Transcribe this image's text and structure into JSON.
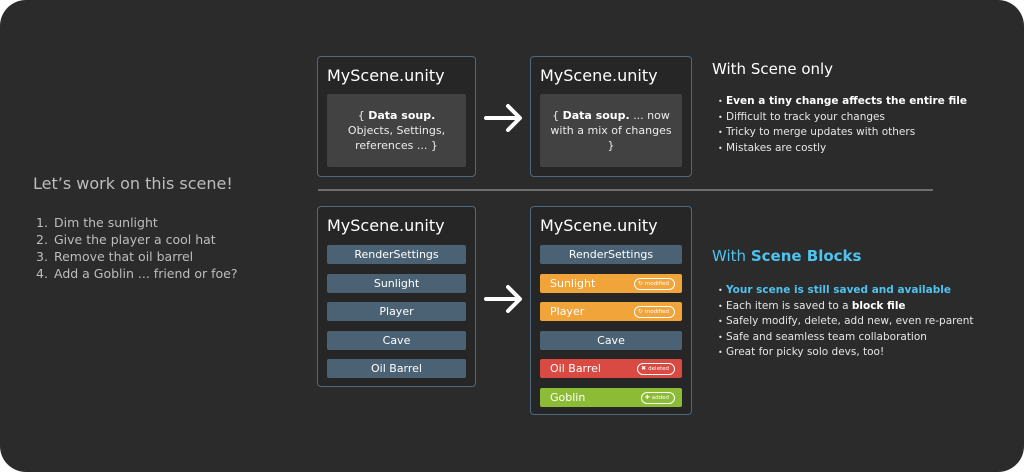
{
  "intro": {
    "title": "Let’s work on this scene!",
    "steps": [
      {
        "num": "1.",
        "text": "Dim the sunlight"
      },
      {
        "num": "2.",
        "text": "Give the player a cool hat"
      },
      {
        "num": "3.",
        "text": "Remove that oil barrel"
      },
      {
        "num": "4.",
        "text": "Add a Goblin ... friend or foe?"
      }
    ]
  },
  "top": {
    "before": {
      "title": "MyScene.unity",
      "soup_bold": "Data soup.",
      "soup_open": "{",
      "soup_text": "Objects, Settings, references ... }"
    },
    "after": {
      "title": "MyScene.unity",
      "soup_open": "{",
      "soup_bold": "Data soup.",
      "soup_text": "... now with a mix of changes }"
    },
    "heading": "With Scene only",
    "bullets": {
      "b1": "Even a tiny change affects the entire file",
      "b2": "Difficult to track your changes",
      "b3": "Tricky to merge updates with others",
      "b4": "Mistakes are costly"
    }
  },
  "bottom": {
    "before": {
      "title": "MyScene.unity",
      "blocks": [
        "RenderSettings",
        "Sunlight",
        "Player",
        "Cave",
        "Oil Barrel"
      ]
    },
    "after": {
      "title": "MyScene.unity",
      "blocks": [
        {
          "label": "RenderSettings",
          "state": ""
        },
        {
          "label": "Sunlight",
          "state": "modified"
        },
        {
          "label": "Player",
          "state": "modified"
        },
        {
          "label": "Cave",
          "state": ""
        },
        {
          "label": "Oil Barrel",
          "state": "deleted"
        },
        {
          "label": "Goblin",
          "state": "added"
        }
      ]
    },
    "heading_prefix": "With",
    "heading_strong": "Scene Blocks",
    "bullets": {
      "b1": "Your scene is still saved and available",
      "b2_pre": "Each item is saved to a",
      "b2_bold": "block file",
      "b3": "Safely modify, delete, add new, even re-parent",
      "b4": "Safe and seamless team collaboration",
      "b5": "Great for picky solo devs, too!"
    }
  },
  "colors": {
    "background": "#2b2b2b",
    "panel_border": "#4d6a80",
    "block_default": "#4a6273",
    "modified": "#f0a43a",
    "deleted": "#d84a42",
    "added": "#8cbc36",
    "accent_blue": "#4fc3ef"
  },
  "icons": {
    "arrow": "right-arrow-icon",
    "modified": "refresh-icon",
    "deleted": "x-icon",
    "added": "plus-icon"
  }
}
